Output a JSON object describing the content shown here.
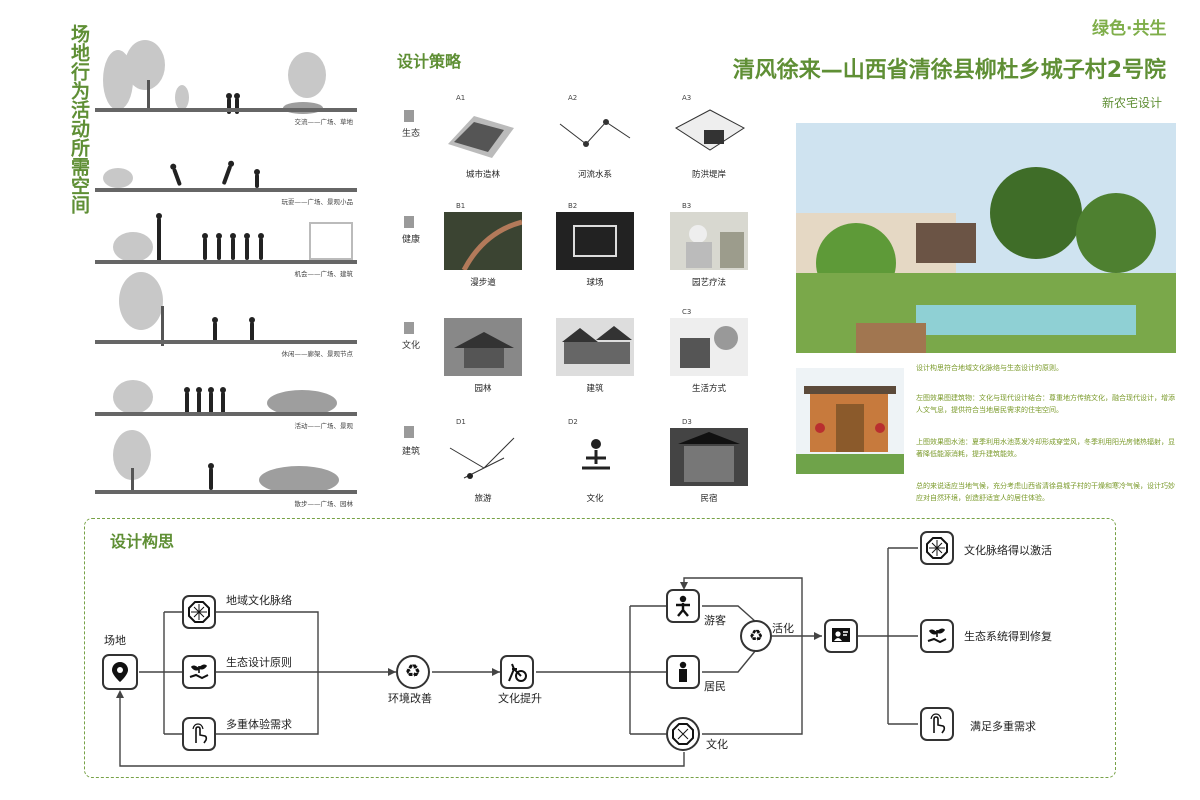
{
  "header": {
    "tag": "绿色·共生",
    "title": "清风徐来—山西省清徐县柳杜乡城子村2号院",
    "subtitle": "新农宅设计"
  },
  "left_panel": {
    "title": "场地行为活动所需空间",
    "rows": [
      {
        "caption": "交流——广场、草地"
      },
      {
        "caption": "玩耍——广场、景观小品"
      },
      {
        "caption": "机会——广场、建筑"
      },
      {
        "caption": "休闲——廊架、景观节点"
      },
      {
        "caption": "活动——广场、景观"
      },
      {
        "caption": "散步——广场、园林"
      }
    ]
  },
  "strategy": {
    "title": "设计策略",
    "rows": [
      {
        "label": "生态",
        "tiles": [
          {
            "code": "A1",
            "caption": "城市造林"
          },
          {
            "code": "A2",
            "caption": "河流水系"
          },
          {
            "code": "A3",
            "caption": "防洪堤岸"
          }
        ]
      },
      {
        "label": "健康",
        "tiles": [
          {
            "code": "B1",
            "caption": "漫步道"
          },
          {
            "code": "B2",
            "caption": "球场"
          },
          {
            "code": "B3",
            "caption": "园艺疗法"
          }
        ]
      },
      {
        "label": "文化",
        "tiles": [
          {
            "code": "",
            "caption": "园林"
          },
          {
            "code": "",
            "caption": "建筑"
          },
          {
            "code": "C3",
            "caption": "生活方式"
          }
        ]
      },
      {
        "label": "建筑",
        "tiles": [
          {
            "code": "D1",
            "caption": "旅游"
          },
          {
            "code": "D2",
            "caption": "文化"
          },
          {
            "code": "D3",
            "caption": "民宿"
          }
        ]
      }
    ]
  },
  "description": {
    "p1": "设计构思符合地域文化脉络与生态设计的原则。",
    "p2": "左图效果图建筑物：文化与现代设计结合：尊重地方传统文化，融合现代设计，增添人文气息，提供符合当地居民需求的住宅空间。",
    "p3": "上图效果图水池：夏季利用水池蒸发冷却形成穿堂风，冬季利用阳光房储热辐射，显著降低能源消耗，提升建筑能效。",
    "p4": "总的来说适应当地气候，充分考虑山西省清徐县城子村的干燥和寒冷气候，设计巧妙应对自然环境，创造舒适宜人的居住体验。"
  },
  "concept": {
    "title": "设计构思",
    "site": "场地",
    "inputs": [
      "地域文化脉络",
      "生态设计原则",
      "多重体验需求"
    ],
    "env": "环境改善",
    "culture_up": "文化提升",
    "tourist": "游客",
    "resident": "居民",
    "culture": "文化",
    "activate": "活化",
    "outputs": [
      "文化脉络得以激活",
      "生态系统得到修复",
      "满足多重需求"
    ]
  },
  "icons": {
    "site": "location-pin-icon",
    "heritage": "octagon-pattern-icon",
    "eco": "seedling-hand-icon",
    "touch": "hand-touch-icon",
    "cycle": "recycle-icon",
    "bike": "exercise-bike-icon",
    "person": "person-icon",
    "group": "people-board-icon"
  },
  "colors": {
    "accent": "#5f8f35",
    "dashed": "#77a246",
    "desc": "#7a9a2a"
  }
}
